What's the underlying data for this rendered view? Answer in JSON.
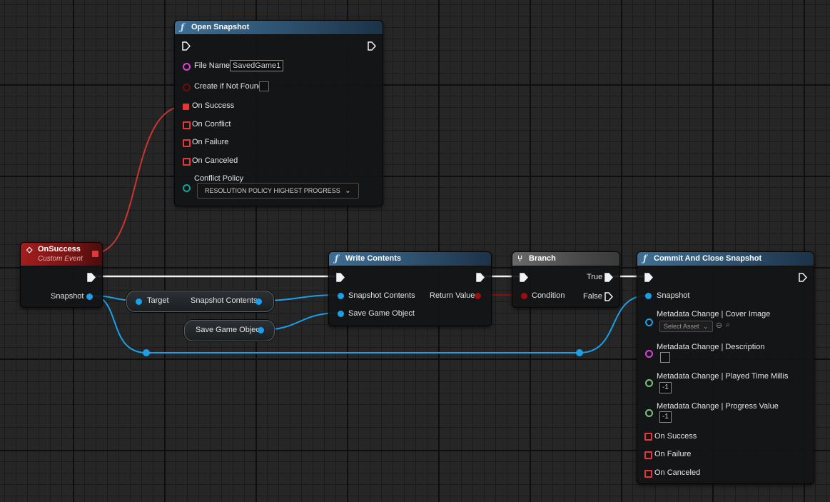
{
  "colors": {
    "exec": "#f3f3f3",
    "object": "#1aa0e8",
    "string": "#e23fd8",
    "bool": "#9a1010",
    "event": "#e8343a",
    "enum": "#0aa79a",
    "int": "#7fbf7f"
  },
  "open_snapshot": {
    "title": "Open Snapshot",
    "icon": "function-icon",
    "file_name_label": "File Name",
    "file_name_value": "SavedGame1",
    "create_label": "Create if Not Found",
    "on_success": "On Success",
    "on_conflict": "On Conflict",
    "on_failure": "On Failure",
    "on_canceled": "On Canceled",
    "conflict_policy_label": "Conflict Policy",
    "conflict_policy_value": "RESOLUTION POLICY HIGHEST PROGRESS"
  },
  "on_success_event": {
    "title": "OnSuccess",
    "subtitle": "Custom Event",
    "snapshot_label": "Snapshot"
  },
  "target_reroute": {
    "target_label": "Target",
    "output_label": "Snapshot Contents"
  },
  "save_game_reroute": {
    "label": "Save Game Object"
  },
  "write_contents": {
    "title": "Write Contents",
    "icon": "function-icon",
    "snapshot_contents_label": "Snapshot Contents",
    "save_game_label": "Save Game Object",
    "return_label": "Return Value"
  },
  "branch": {
    "title": "Branch",
    "icon": "branch-icon",
    "true_label": "True",
    "false_label": "False",
    "condition_label": "Condition"
  },
  "commit": {
    "title": "Commit And Close Snapshot",
    "icon": "function-icon",
    "snapshot_label": "Snapshot",
    "cover_image_label": "Metadata Change | Cover Image",
    "select_asset": "Select Asset",
    "description_label": "Metadata Change | Description",
    "played_time_label": "Metadata Change | Played Time Millis",
    "played_time_value": "-1",
    "progress_label": "Metadata Change | Progress Value",
    "progress_value": "-1",
    "on_success": "On Success",
    "on_failure": "On Failure",
    "on_canceled": "On Canceled"
  }
}
